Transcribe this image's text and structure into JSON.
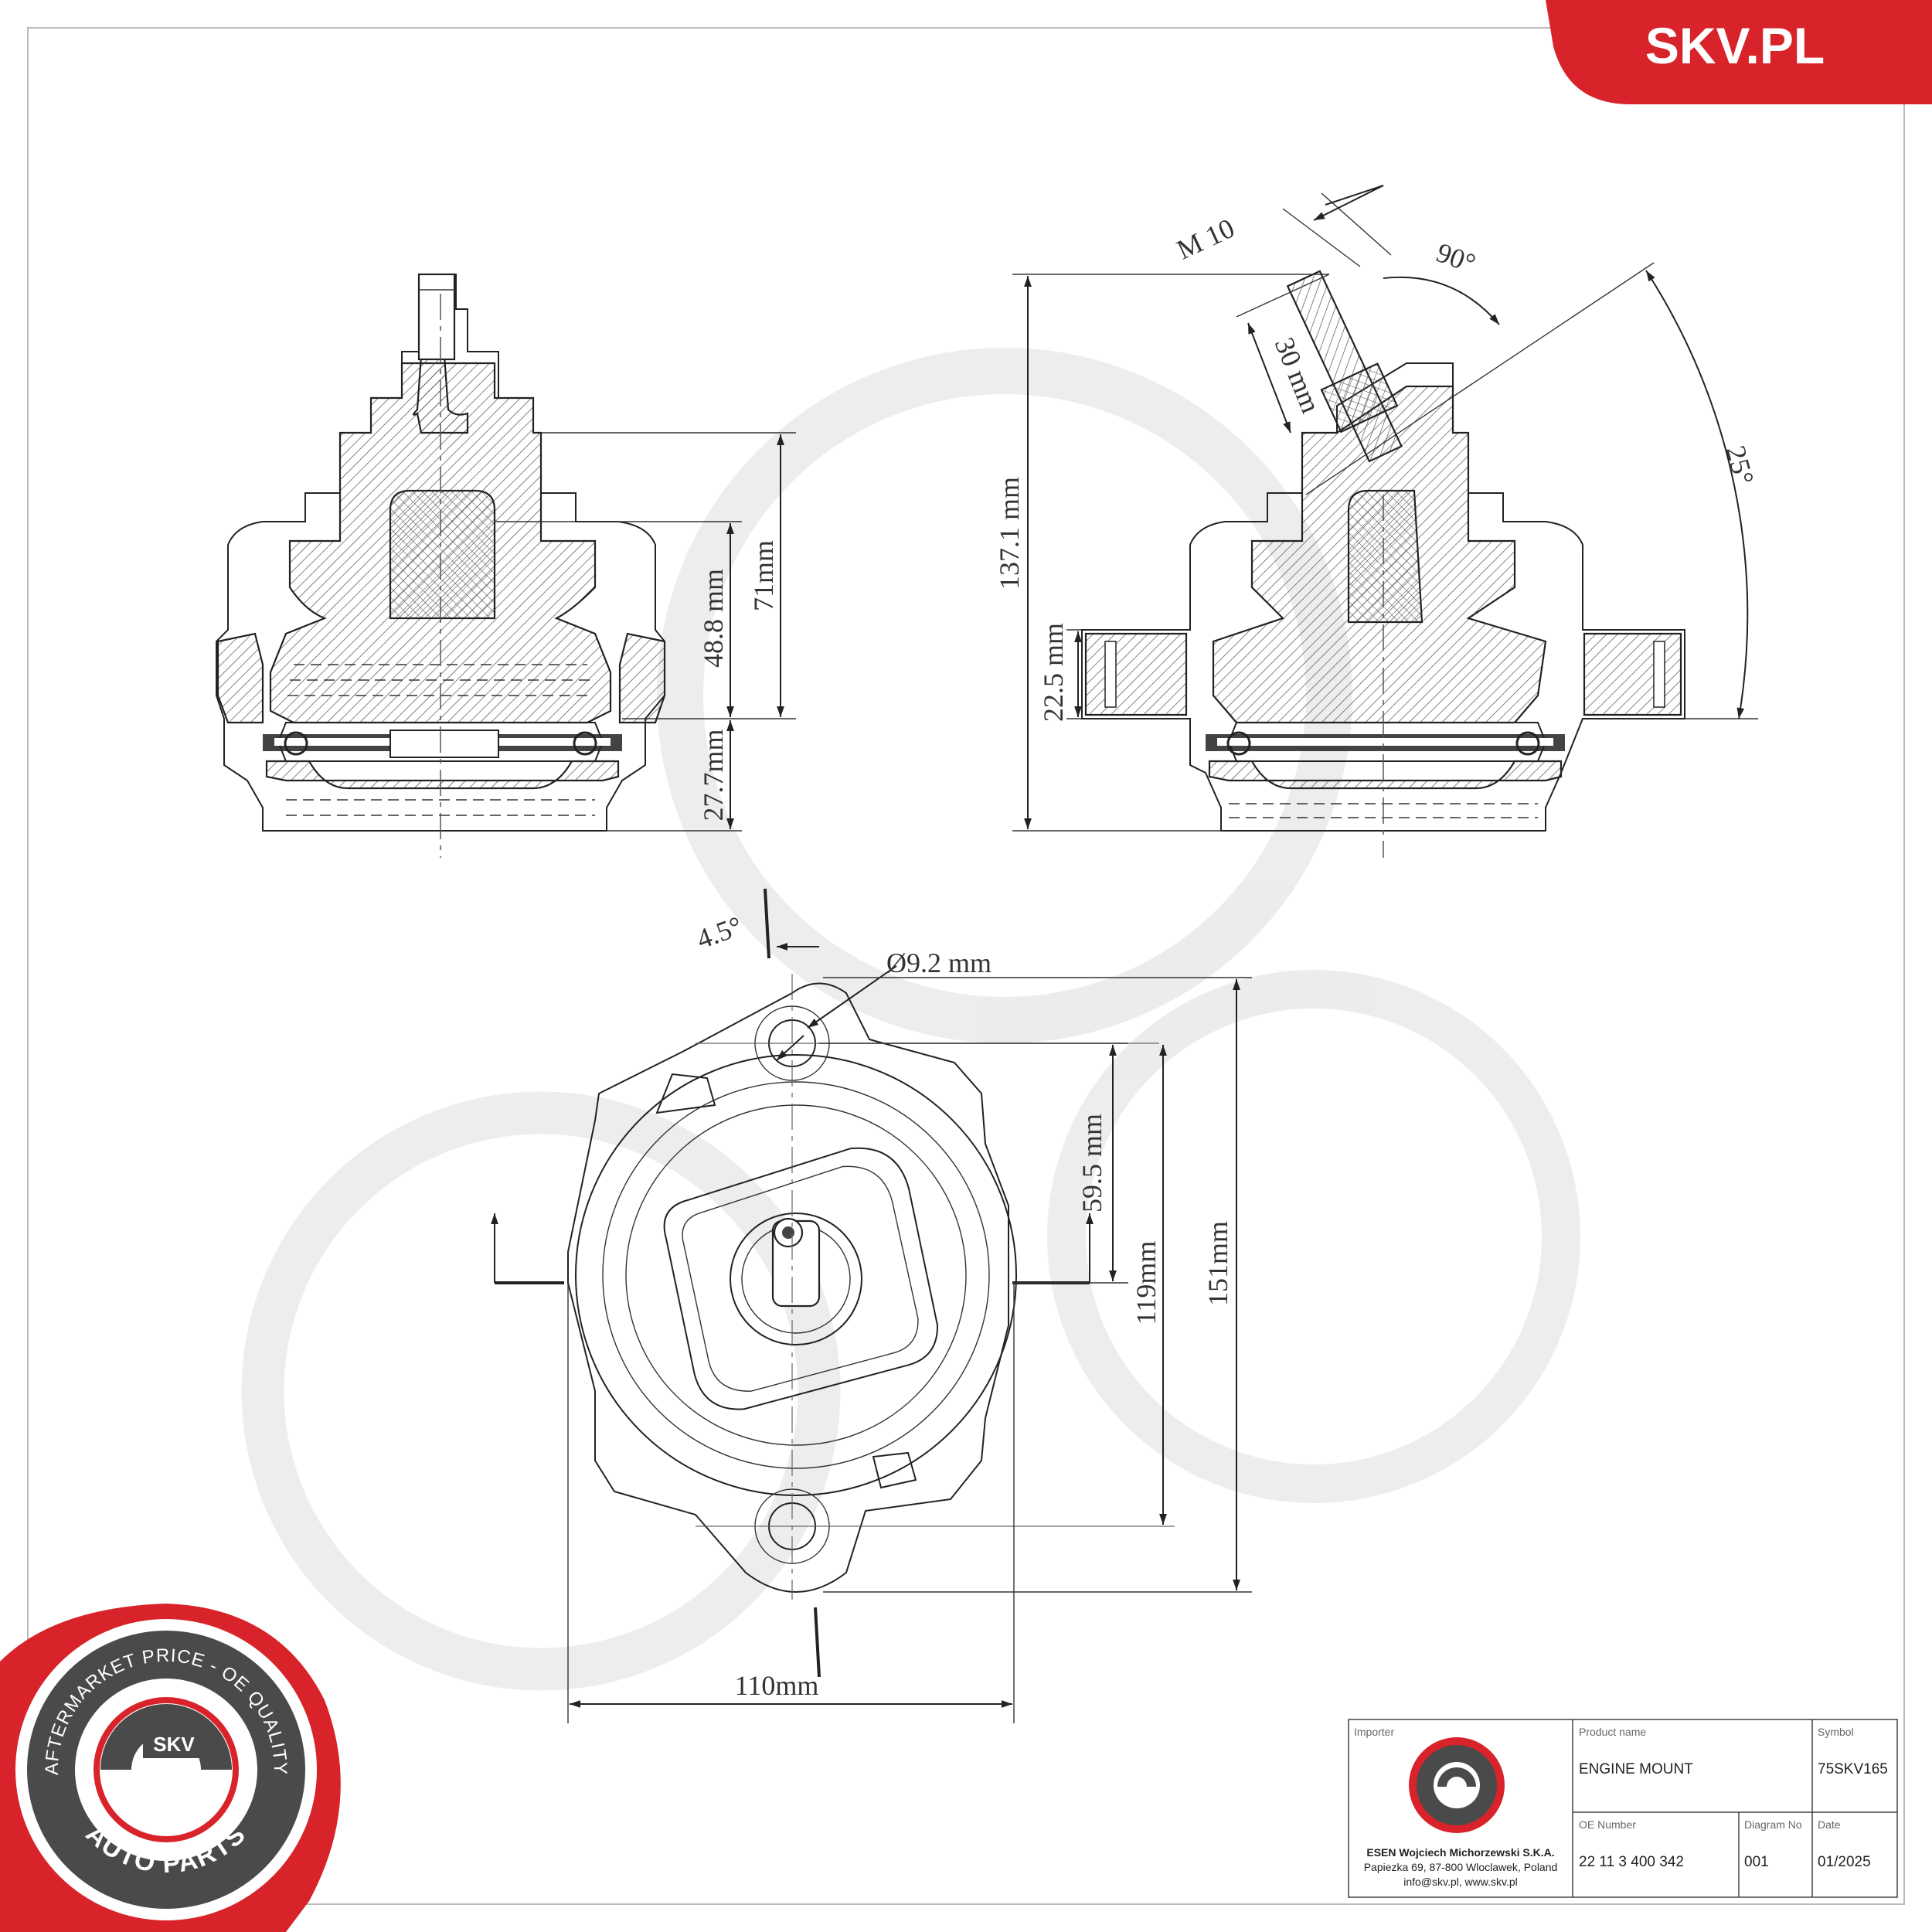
{
  "brand": {
    "logo_text": "SKV.PL",
    "accent_color": "#d8232a",
    "seal_ring_text": "AFTERMARKET PRICE - OE QUALITY",
    "seal_bottom_text": "AUTO PARTS",
    "seal_center_text": "SKV"
  },
  "front_view": {
    "dim_overall": "71mm",
    "dim_middle": "48.8 mm",
    "dim_lower": "27.7mm"
  },
  "side_view": {
    "dim_thread": "M 10",
    "dim_angle_right": "90°",
    "dim_stud": "30 mm",
    "dim_height": "137.1 mm",
    "dim_flange": "22.5 mm",
    "dim_tilt": "25°"
  },
  "top_view": {
    "dim_angle": "4.5°",
    "dim_hole": "Ø9.2 mm",
    "dim_offset": "59.5 mm",
    "dim_holes": "119mm",
    "dim_length": "151mm",
    "dim_width": "110mm"
  },
  "title_block": {
    "importer_label": "Importer",
    "importer_name": "ESEN Wojciech Michorzewski S.K.A.",
    "importer_address": "Papiezka 69, 87-800 Wloclawek, Poland",
    "importer_contact": "info@skv.pl, www.skv.pl",
    "product_label": "Product name",
    "product_value": "ENGINE MOUNT",
    "symbol_label": "Symbol",
    "symbol_value": "75SKV165",
    "oe_label": "OE Number",
    "oe_value": "22 11 3 400 342",
    "diagram_label": "Diagram No",
    "diagram_value": "001",
    "date_label": "Date",
    "date_value": "01/2025"
  }
}
